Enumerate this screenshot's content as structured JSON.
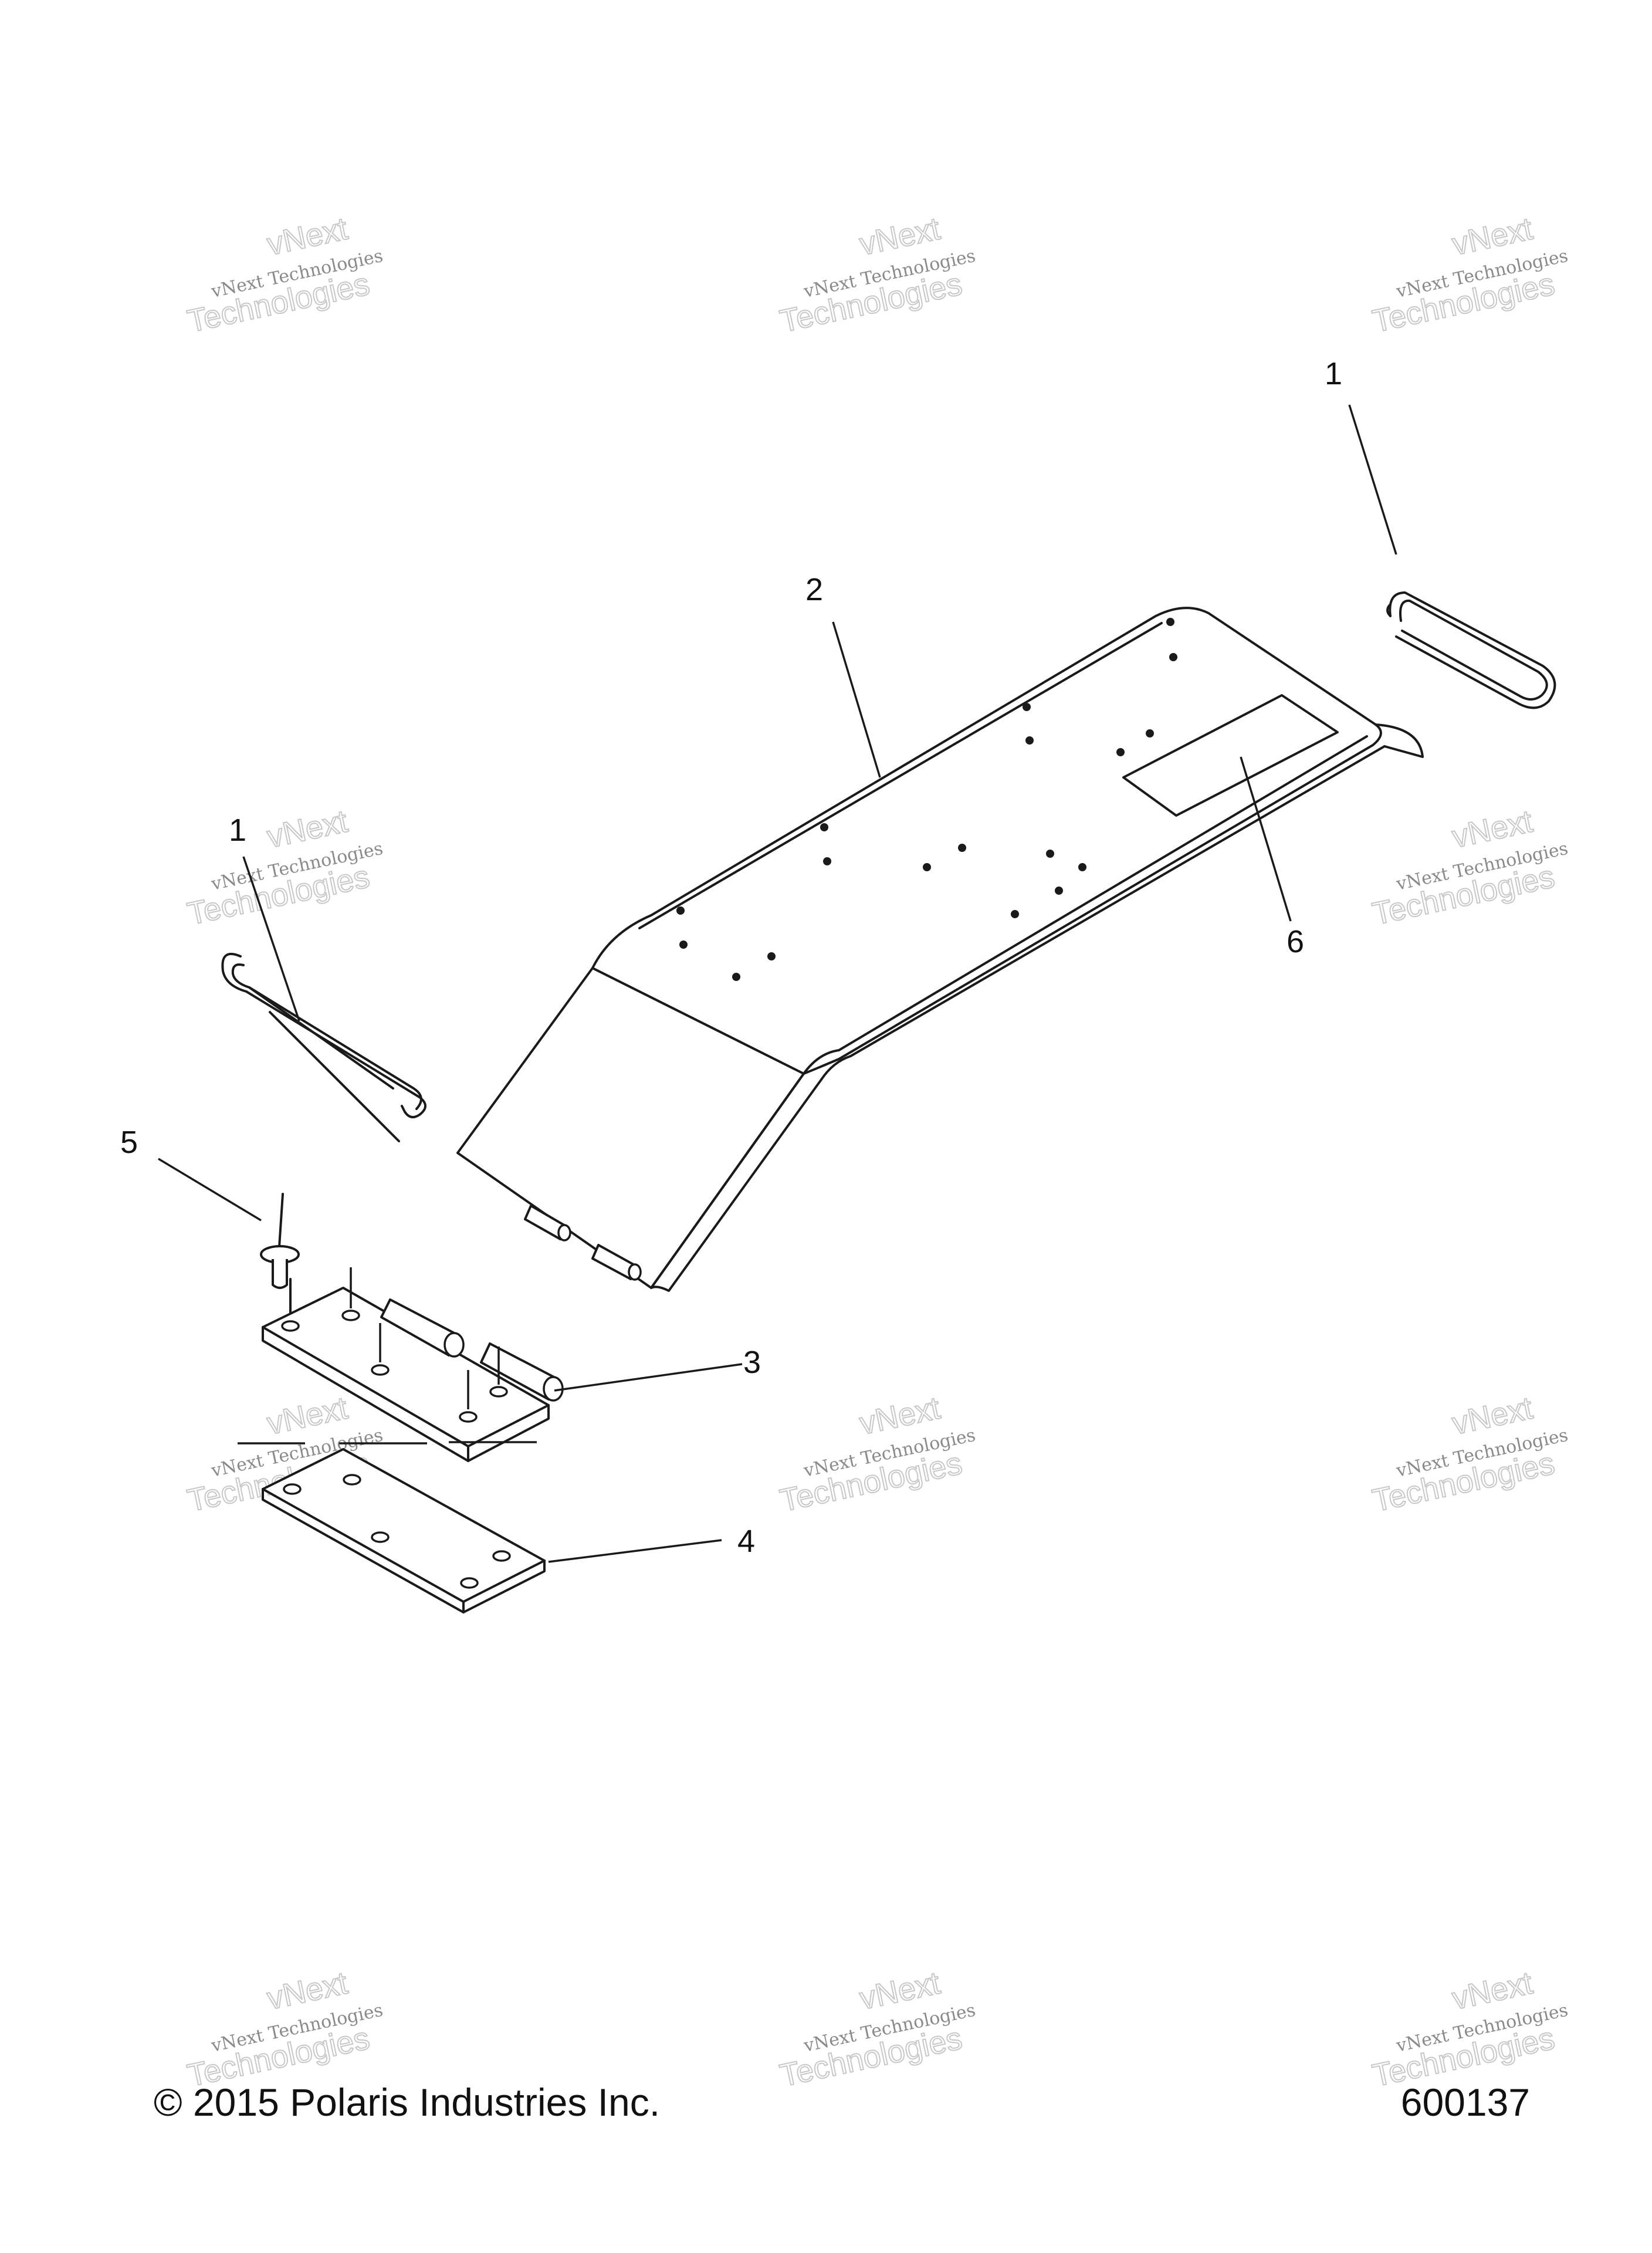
{
  "callouts": {
    "c1_left": "1",
    "c1_right": "1",
    "c2": "2",
    "c3": "3",
    "c4": "4",
    "c5": "5",
    "c6": "6"
  },
  "watermark": {
    "line1": "vNext Technologies",
    "line2": "vNext",
    "line3": "Technologies"
  },
  "footer": {
    "copyright": "© 2015 Polaris Industries Inc.",
    "diagram_number": "600137"
  },
  "colors": {
    "linework": "#1a1a1a",
    "background": "#ffffff",
    "watermark": "#c8c8c8"
  }
}
